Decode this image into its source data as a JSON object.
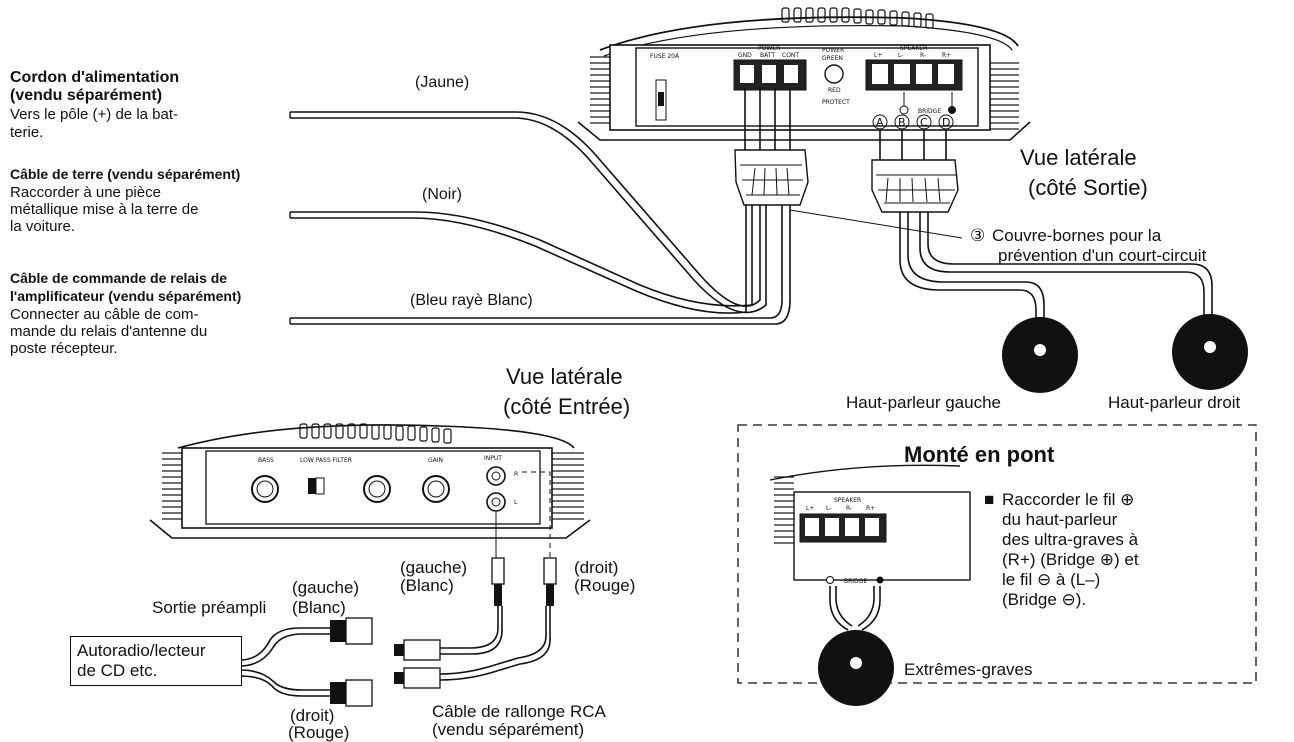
{
  "power_cord": {
    "title_1": "Cordon d'alimentation",
    "title_2": "(vendu séparément)",
    "desc_1": "Vers le pôle (+) de la bat-",
    "desc_2": "terie.",
    "color": "(Jaune)"
  },
  "ground_cable": {
    "title": "Câble de terre (vendu séparément)",
    "desc_1": "Raccorder à une pièce",
    "desc_2": "métallique mise à la terre de",
    "desc_3": "la voiture.",
    "color": "(Noir)"
  },
  "relay_cable": {
    "title_1": "Câble de commande de relais de",
    "title_2": "l'amplificateur (vendu séparément)",
    "desc_1": "Connecter au câble de com-",
    "desc_2": "mande du relais d'antenne du",
    "desc_3": "poste récepteur.",
    "color": "(Bleu rayè Blanc)"
  },
  "output_side": {
    "title_1": "Vue latérale",
    "title_2": "(côté Sortie)"
  },
  "input_side": {
    "title_1": "Vue latérale",
    "title_2": "(côté Entrée)"
  },
  "terminal_cover": {
    "num": "③",
    "text_1": "Couvre-bornes pour la",
    "text_2": "prévention d'un court-circuit"
  },
  "speakers": {
    "left": "Haut-parleur gauche",
    "right": "Haut-parleur droit"
  },
  "terminal_letters": [
    "A",
    "B",
    "C",
    "D"
  ],
  "amp_top_panel": {
    "fuse": "FUSE 20A",
    "power": "POWER",
    "gnd": "GND",
    "batt": "BATT",
    "cont": "CONT",
    "power_led": "POWER",
    "green": "GREEN",
    "red": "RED",
    "protect": "PROTECT",
    "speaker": "SPEAKER",
    "l_plus": "L+",
    "l_minus": "L-",
    "r_minus": "R-",
    "r_plus": "R+",
    "bridge": "BRIDGE"
  },
  "amp_input_panel": {
    "bass": "BASS",
    "low_pass": "LOW PASS FILTER",
    "gain": "GAIN",
    "input": "INPUT",
    "r": "R",
    "l": "L"
  },
  "rca": {
    "left_plug_1": "(gauche)",
    "left_plug_2": "(Blanc)",
    "right_plug_1": "(droit)",
    "right_plug_2": "(Rouge)",
    "preamp_left_1": "(gauche)",
    "preamp_label": "Sortie préampli",
    "preamp_left_2": "(Blanc)",
    "preamp_right_1": "(droit)",
    "preamp_right_2": "(Rouge)",
    "head_unit_1": "Autoradio/lecteur",
    "head_unit_2": "de CD etc.",
    "extension_1": "Câble de rallonge RCA",
    "extension_2": "(vendu séparément)"
  },
  "bridge_box": {
    "title": "Monté en pont",
    "bullet": "■",
    "text_1": "Raccorder le fil ⊕",
    "text_2": "du haut-parleur",
    "text_3": "des ultra-graves à",
    "text_4": "(R+) (Bridge ⊕) et",
    "text_5": "le fil ⊖ à (L–)",
    "text_6": "(Bridge ⊖).",
    "subwoofer": "Extrêmes-graves"
  }
}
